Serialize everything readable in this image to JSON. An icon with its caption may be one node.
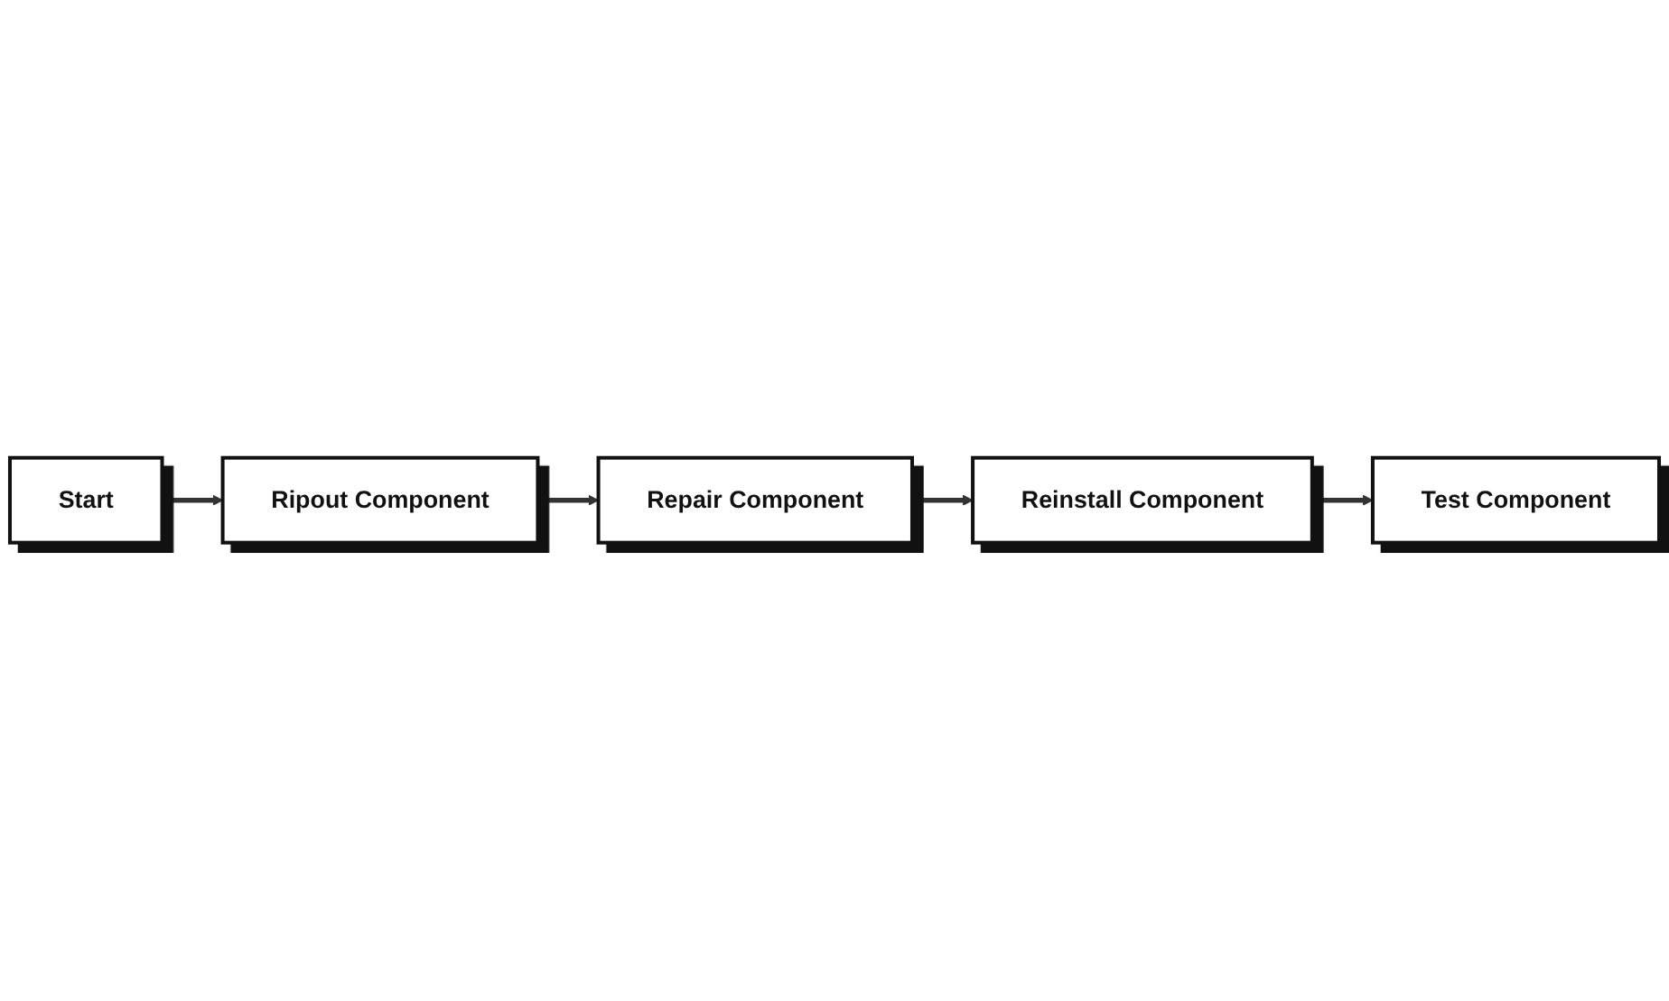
{
  "diagram": {
    "nodes": [
      {
        "text": [
          "Start"
        ]
      },
      {
        "text": [
          "Ripout Component"
        ]
      },
      {
        "text": [
          "Repair Component"
        ]
      },
      {
        "text": [
          "Reinstall Component"
        ]
      },
      {
        "text": [
          "Test Component"
        ]
      }
    ],
    "edges": [
      {
        "from": 0,
        "to": 1,
        "arrow": "to"
      },
      {
        "from": 1,
        "to": 2,
        "arrow": "to"
      },
      {
        "from": 2,
        "to": 3,
        "arrow": "to"
      },
      {
        "from": 3,
        "to": 4,
        "arrow": "to"
      }
    ]
  }
}
